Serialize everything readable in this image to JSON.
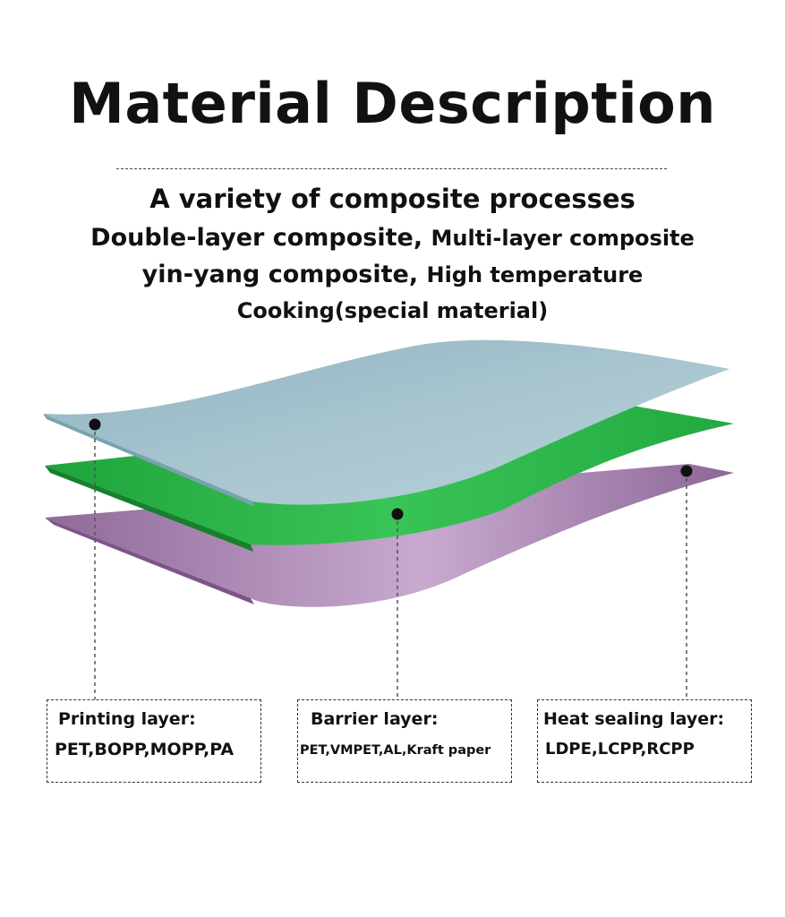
{
  "title": "Material Description",
  "subtitle": {
    "line1": "A variety of composite processes",
    "line2a": "Double-layer composite,",
    "line2b": "Multi-layer composite",
    "line3a": "yin-yang composite,",
    "line3b": "High temperature",
    "line4": "Cooking(special material)"
  },
  "layers": [
    {
      "name": "Printing layer:",
      "materials": "PET,BOPP,MOPP,PA",
      "color": "#9fbfc9"
    },
    {
      "name": "Barrier layer:",
      "materials": "PET,VMPET,AL,Kraft paper",
      "color": "#2db84a"
    },
    {
      "name": "Heat sealing layer:",
      "materials": "LDPE,LCPP,RCPP",
      "color": "#a07aa8"
    }
  ],
  "colors": {
    "text": "#111111",
    "leader": "#555555",
    "dot": "#111111"
  }
}
